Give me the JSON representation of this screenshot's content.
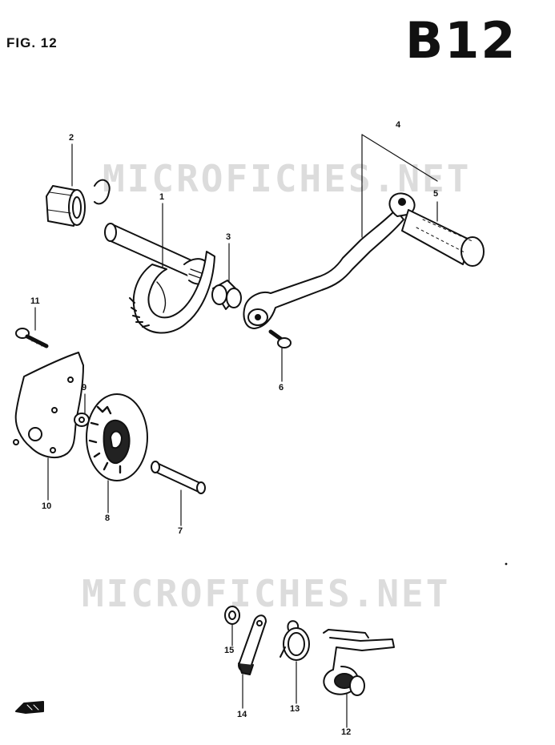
{
  "header": {
    "figure_label": "FIG. 12",
    "page_code": "B12"
  },
  "watermark": "MICROFICHES.NET",
  "callouts": [
    {
      "id": "c1",
      "label": "1"
    },
    {
      "id": "c2",
      "label": "2"
    },
    {
      "id": "c3",
      "label": "3"
    },
    {
      "id": "c4",
      "label": "4"
    },
    {
      "id": "c5",
      "label": "5"
    },
    {
      "id": "c6",
      "label": "6"
    },
    {
      "id": "c7",
      "label": "7"
    },
    {
      "id": "c8",
      "label": "8"
    },
    {
      "id": "c9",
      "label": "9"
    },
    {
      "id": "c10",
      "label": "10"
    },
    {
      "id": "c11",
      "label": "11"
    },
    {
      "id": "c12",
      "label": "12"
    },
    {
      "id": "c13",
      "label": "13"
    },
    {
      "id": "c14",
      "label": "14"
    },
    {
      "id": "c15",
      "label": "15"
    }
  ],
  "ink_color": "#111111",
  "watermark_color": "#d6d6d6"
}
